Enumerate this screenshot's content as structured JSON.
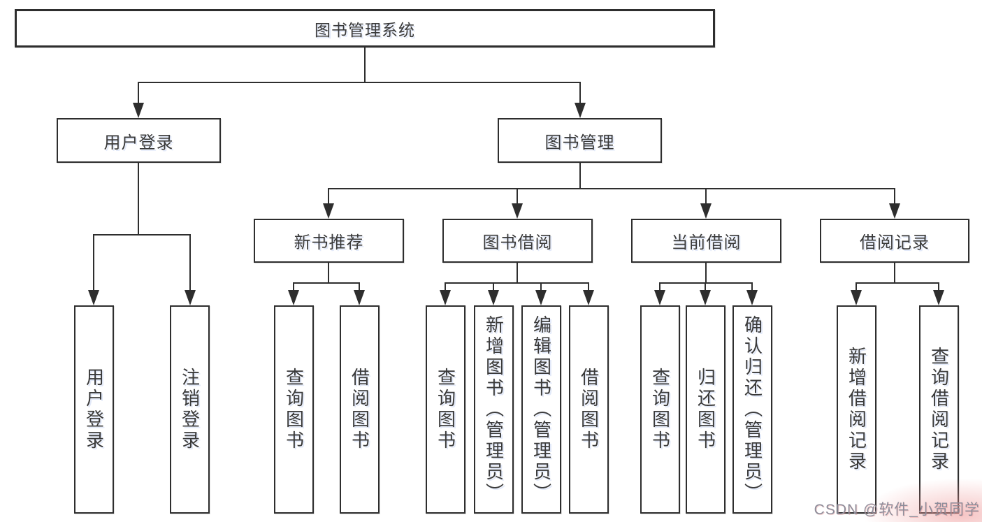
{
  "colors": {
    "line": "#2e2e2e",
    "box_background": "#ffffff",
    "text": "#3a3a3a",
    "watermark_gray": "#8d8d9a",
    "watermark_pink": "#ee9696"
  },
  "nodes": {
    "root": "图书管理系统",
    "user_login": "用户登录",
    "book_management": "图书管理",
    "new_book_recommend": "新书推荐",
    "book_borrow": "图书借阅",
    "current_borrow": "当前借阅",
    "borrow_records": "借阅记录",
    "leaves": {
      "user": [
        "用户登录",
        "注销登录"
      ],
      "recommend": [
        "查询图书",
        "借阅图书"
      ],
      "borrow": [
        "查询图书",
        "新增图书（管理员）",
        "编辑图书（管理员）",
        "借阅图书"
      ],
      "current": [
        "查询图书",
        "归还图书",
        "确认归还（管理员）"
      ],
      "records": [
        "新增借阅记录",
        "查询借阅记录"
      ]
    }
  },
  "watermark": "CSDN @软件_小贺同学"
}
